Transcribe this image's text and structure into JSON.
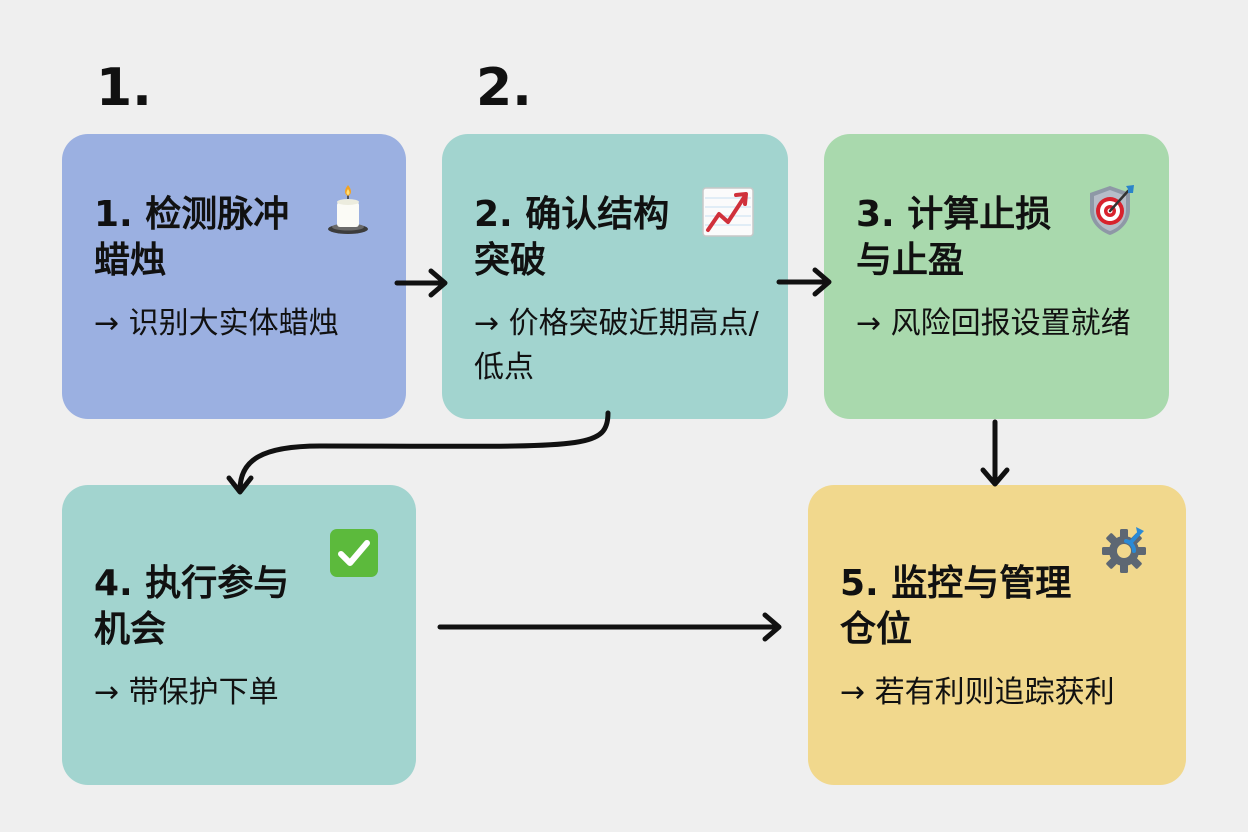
{
  "page_numbers": [
    "1.",
    "2."
  ],
  "steps": [
    {
      "title_line1": "1. 检测脉冲",
      "title_line2": "蜡烛",
      "desc": "→ 识别大实体蜡烛",
      "icon": "candle-icon",
      "color": "#9bb0e1"
    },
    {
      "title_line1": "2. 确认结构",
      "title_line2": "突破",
      "desc": "→ 价格突破近期高点/低点",
      "icon": "chart-increasing-icon",
      "color": "#a2d4cf"
    },
    {
      "title_line1": "3. 计算止损",
      "title_line2": "与止盈",
      "desc": "→ 风险回报设置就绪",
      "icon": "target-icon",
      "color": "#a9d9ad"
    },
    {
      "title_line1": "4. 执行参与",
      "title_line2": "机会",
      "desc": "→ 带保护下单",
      "icon": "check-mark-icon",
      "color": "#a2d4cf"
    },
    {
      "title_line1": "5. 监控与管理",
      "title_line2": "仓位",
      "desc": "→ 若有利则追踪获利",
      "icon": "gear-icon",
      "color": "#f1d88d"
    }
  ]
}
